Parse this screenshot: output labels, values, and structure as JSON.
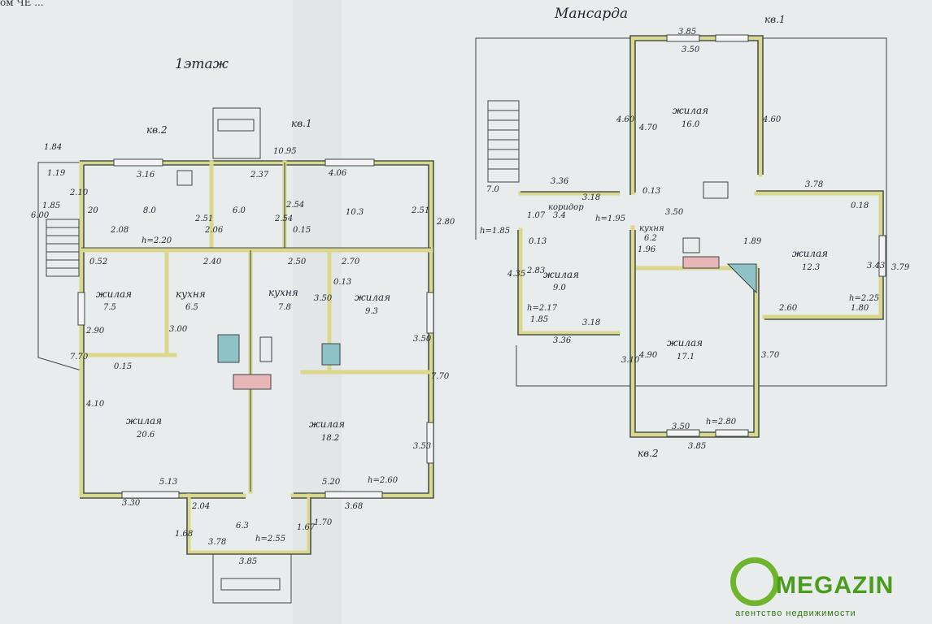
{
  "corner_text": "ом ЧЕ ...",
  "floor1": {
    "title": "1этаж",
    "apt_left": "кв.2",
    "apt_right": "кв.1",
    "rooms": [
      {
        "name": "",
        "area": "8.0"
      },
      {
        "name": "",
        "area": "6.0"
      },
      {
        "name": "",
        "area": "10.3"
      },
      {
        "name": "жилая",
        "area": "7.5"
      },
      {
        "name": "кухня",
        "area": "6.5"
      },
      {
        "name": "кухня",
        "area": "7.8"
      },
      {
        "name": "жилая",
        "area": "9.3"
      },
      {
        "name": "жилая",
        "area": "20.6"
      },
      {
        "name": "жилая",
        "area": "18.2"
      },
      {
        "name": "",
        "area": "6.3"
      }
    ],
    "heights": [
      "h=2.20",
      "h=2.60",
      "h=2.55"
    ],
    "dims": [
      "1.84",
      "1.19",
      "6.00",
      "1.85",
      "2.10",
      "3.16",
      "2.37",
      "10.95",
      "4.06",
      "2.54",
      "2.51",
      "2.80",
      "20",
      "2.08",
      "2.51",
      "2.06",
      "2.54",
      "0.15",
      "0.52",
      "2.40",
      "2.50",
      "2.70",
      "3.50",
      "0.13",
      "2.90",
      "3.00",
      "3.50",
      "7.70",
      "7.70",
      "0.15",
      "4.10",
      "5.13",
      "5.20",
      "3.30",
      "2.04",
      "3.68",
      "3.53",
      "1.68",
      "3.78",
      "1.67",
      "1.70",
      "3.85"
    ]
  },
  "attic": {
    "title": "Мансарда",
    "apt_top": "кв.1",
    "apt_bottom": "кв.2",
    "rooms": [
      {
        "name": "жилая",
        "area": "16.0"
      },
      {
        "name": "коридор",
        "area": "3.4"
      },
      {
        "name": "кухня",
        "area": "6.2"
      },
      {
        "name": "жилая",
        "area": "12.3"
      },
      {
        "name": "жилая",
        "area": "9.0"
      },
      {
        "name": "жилая",
        "area": "17.1"
      }
    ],
    "heights": [
      "h=1.85",
      "h=1.95",
      "h=2.17",
      "h=2.25",
      "h=2.80"
    ],
    "dims": [
      "3.85",
      "3.50",
      "4.60",
      "4.70",
      "4.60",
      "3.36",
      "3.18",
      "0.13",
      "3.50",
      "3.78",
      "0.18",
      "7.0",
      "1.07",
      "0.13",
      "2.83",
      "4.35",
      "1.85",
      "3.18",
      "3.36",
      "1.96",
      "1.89",
      "3.43",
      "3.79",
      "1.80",
      "2.60",
      "4.90",
      "3.10",
      "3.70",
      "3.50",
      "3.85"
    ]
  },
  "logo": {
    "text": "MEGAZIN",
    "subtitle": "агентство недвижимости",
    "color_primary": "#4a9c1c",
    "color_ring": "#6fb52c"
  }
}
